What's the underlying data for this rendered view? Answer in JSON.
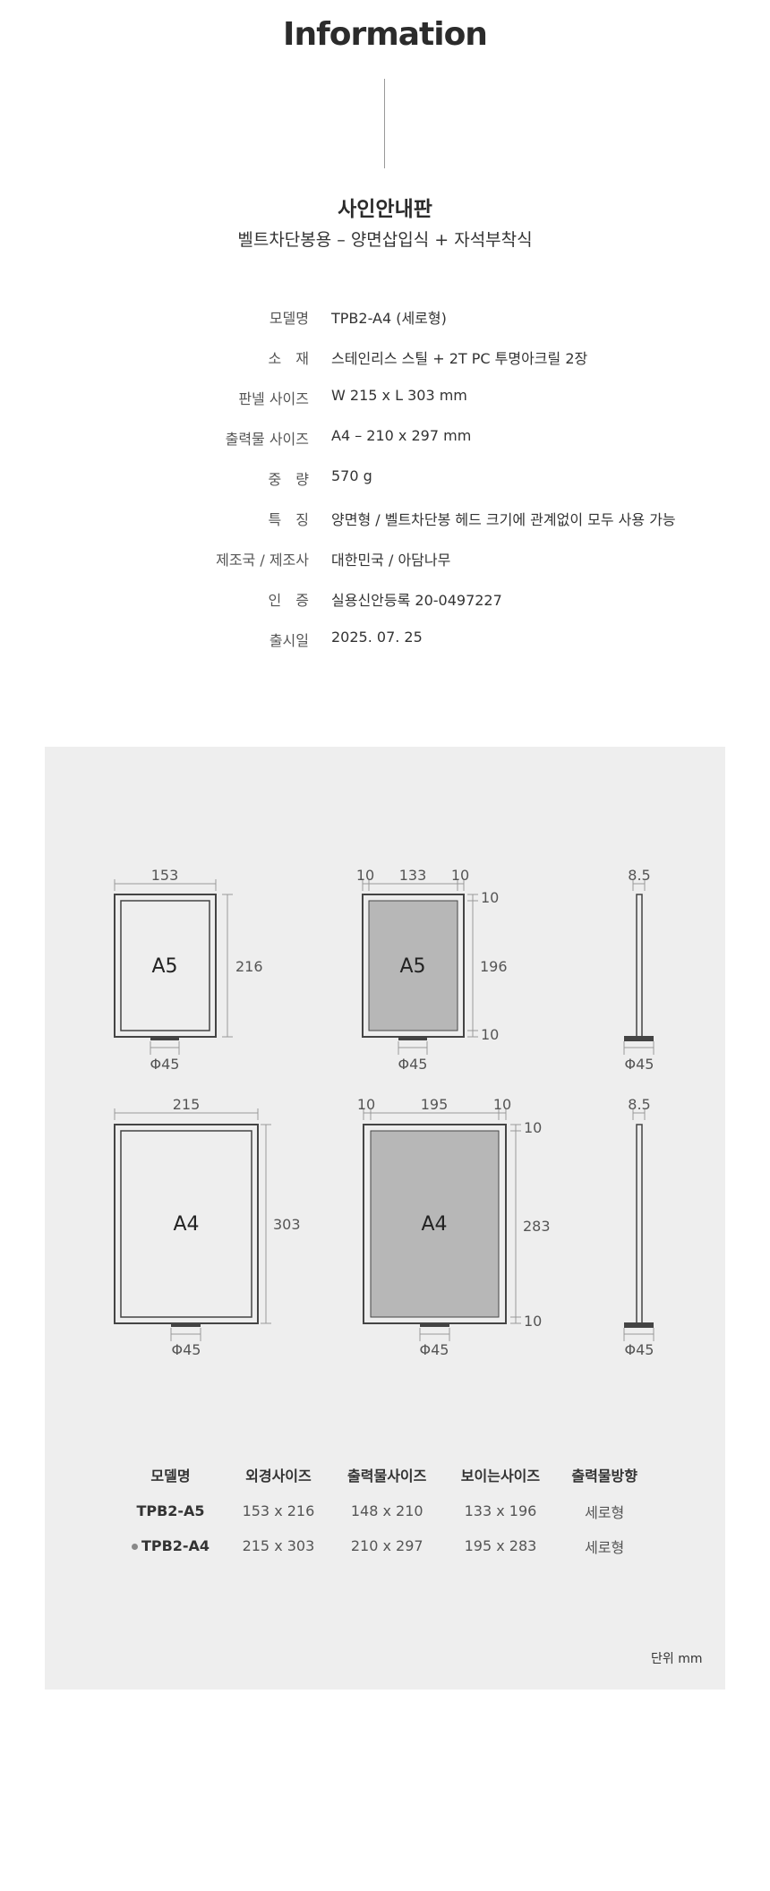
{
  "header": {
    "title": "Information"
  },
  "product": {
    "name": "사인안내판",
    "subtitle": "벨트차단봉용 – 양면삽입식 + 자석부착식"
  },
  "specs": [
    {
      "label": "모델명",
      "value": "TPB2-A4 (세로형)"
    },
    {
      "label": "소　재",
      "value": "스테인리스 스틸 + 2T PC 투명아크릴 2장"
    },
    {
      "label": "판넬 사이즈",
      "value": "W 215 x L 303 mm"
    },
    {
      "label": "출력물 사이즈",
      "value": "A4 – 210 x 297 mm"
    },
    {
      "label": "중　량",
      "value": "570 g"
    },
    {
      "label": "특　징",
      "value": "양면형 / 벨트차단봉 헤드 크기에 관계없이 모두 사용 가능"
    },
    {
      "label": "제조국 / 제조사",
      "value": "대한민국 / 아담나무"
    },
    {
      "label": "인　증",
      "value": "실용신안등록 20-0497227"
    },
    {
      "label": "출시일",
      "value": "2025. 07. 25"
    }
  ],
  "diagrams": {
    "a5": {
      "label": "A5",
      "width": "153",
      "height": "216",
      "base": "Φ45",
      "margin": "10",
      "inner_width": "133",
      "inner_height": "196",
      "thickness": "8.5"
    },
    "a4": {
      "label": "A4",
      "width": "215",
      "height": "303",
      "base": "Φ45",
      "margin": "10",
      "inner_width": "195",
      "inner_height": "283",
      "thickness": "8.5"
    }
  },
  "table": {
    "headers": [
      "모델명",
      "외경사이즈",
      "출력물사이즈",
      "보이는사이즈",
      "출력물방향"
    ],
    "rows": [
      {
        "model": "TPB2-A5",
        "outer": "153 x 216",
        "print": "148 x 210",
        "visible": "133 x 196",
        "direction": "세로형"
      },
      {
        "model": "TPB2-A4",
        "outer": "215 x 303",
        "print": "210 x 297",
        "visible": "195 x 283",
        "direction": "세로형"
      }
    ]
  },
  "unit_note": "단위 mm",
  "colors": {
    "panel_bg": "#eeeeee",
    "frame": "#444444",
    "insert_fill": "#b7b7b7",
    "dim_line": "#999999"
  }
}
